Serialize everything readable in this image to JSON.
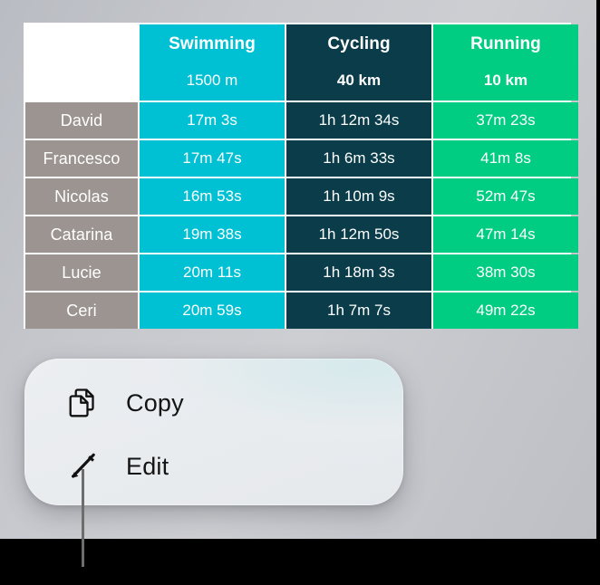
{
  "table": {
    "name_column_header": "",
    "columns": [
      {
        "title": "Swimming",
        "distance": "1500 m",
        "color": "#00c0d4",
        "bold_sub": false
      },
      {
        "title": "Cycling",
        "distance": "40 km",
        "color": "#0b3c4a",
        "bold_sub": true
      },
      {
        "title": "Running",
        "distance": "10 km",
        "color": "#00cc82",
        "bold_sub": true
      }
    ],
    "rows": [
      {
        "name": "David",
        "swimming": "17m 3s",
        "cycling": "1h 12m 34s",
        "running": "37m 23s"
      },
      {
        "name": "Francesco",
        "swimming": "17m 47s",
        "cycling": "1h 6m 33s",
        "running": "41m 8s"
      },
      {
        "name": "Nicolas",
        "swimming": "16m 53s",
        "cycling": "1h 10m 9s",
        "running": "52m 47s"
      },
      {
        "name": "Catarina",
        "swimming": "19m 38s",
        "cycling": "1h 12m 50s",
        "running": "47m 14s"
      },
      {
        "name": "Lucie",
        "swimming": "20m 11s",
        "cycling": "1h 18m 3s",
        "running": "38m 30s"
      },
      {
        "name": "Ceri",
        "swimming": "20m 59s",
        "cycling": "1h 7m 7s",
        "running": "49m 22s"
      }
    ],
    "name_column_color": "#9b9490",
    "grid_color": "#ffffff"
  },
  "popup_menu": {
    "items": [
      {
        "label": "Copy",
        "icon": "copy-icon"
      },
      {
        "label": "Edit",
        "icon": "pencil-icon"
      }
    ],
    "background_color": "#e9ecef",
    "text_color": "#141414"
  },
  "callout": {
    "line_color": "#6d6d6d"
  },
  "canvas": {
    "background_color": "#c6c8cd",
    "outer_color": "#000000"
  }
}
